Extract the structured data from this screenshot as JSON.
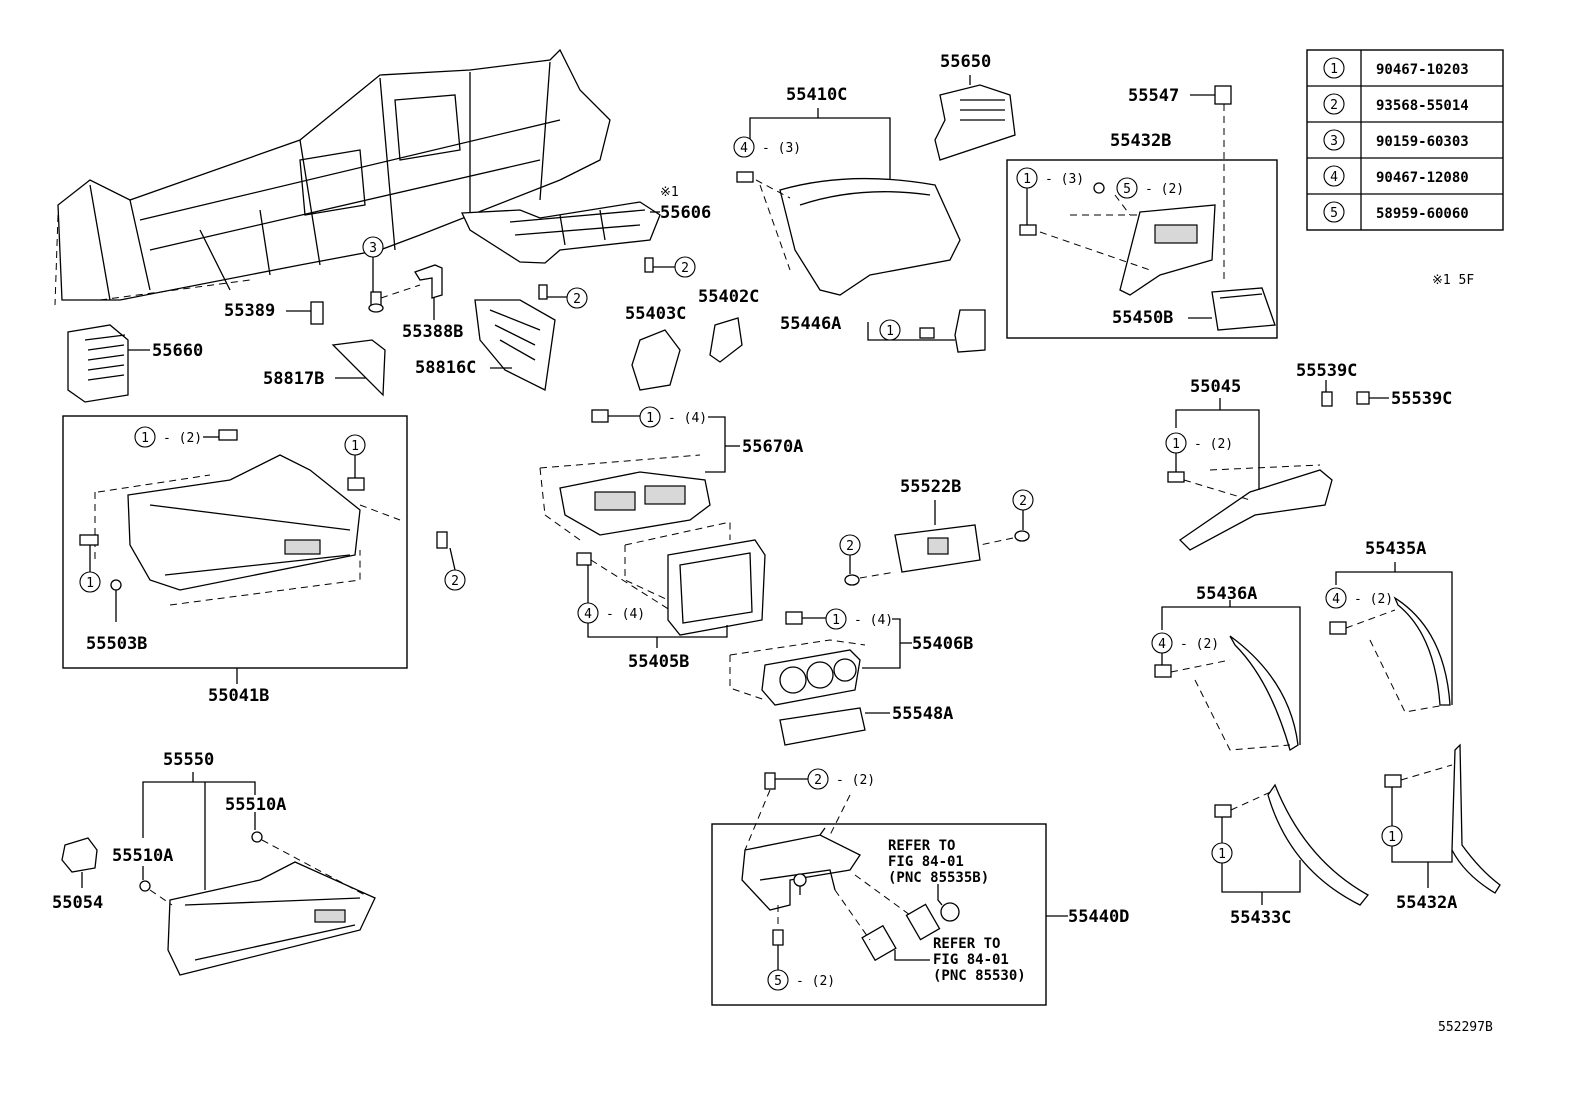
{
  "diagram": {
    "labels": {
      "p55410C": "55410C",
      "p55650": "55650",
      "p55547": "55547",
      "p55432B": "55432B",
      "p55606": "55606",
      "note_55606": "※1",
      "p55389": "55389",
      "p55388B": "55388B",
      "p55660": "55660",
      "p58817B": "58817B",
      "p58816C": "58816C",
      "p55403C": "55403C",
      "p55402C": "55402C",
      "p55446A": "55446A",
      "p55450B": "55450B",
      "p55539C_a": "55539C",
      "p55539C_b": "55539C",
      "p55045": "55045",
      "p55670A": "55670A",
      "p55522B": "55522B",
      "p55503B": "55503B",
      "p55041B": "55041B",
      "p55405B": "55405B",
      "p55406B": "55406B",
      "p55548A": "55548A",
      "p55436A": "55436A",
      "p55435A": "55435A",
      "p55550": "55550",
      "p55510A_a": "55510A",
      "p55510A_b": "55510A",
      "p55054": "55054",
      "p55440D": "55440D",
      "p55433C": "55433C",
      "p55432A": "55432A"
    },
    "callouts": {
      "c_55410C": {
        "num": "4",
        "qty": "- (3)"
      },
      "c_55432B_1": {
        "num": "1",
        "qty": "- (3)"
      },
      "c_55432B_5": {
        "num": "5",
        "qty": "- (2)"
      },
      "c_55606_2a": {
        "num": "2",
        "qty": ""
      },
      "c_55606_2b": {
        "num": "2",
        "qty": ""
      },
      "c_55389_3": {
        "num": "3",
        "qty": ""
      },
      "c_55446A": {
        "num": "1",
        "qty": ""
      },
      "c_55041B_1a": {
        "num": "1",
        "qty": "- (2)"
      },
      "c_55041B_1b": {
        "num": "1",
        "qty": ""
      },
      "c_55041B_1c": {
        "num": "1",
        "qty": ""
      },
      "c_55041B_2": {
        "num": "2",
        "qty": ""
      },
      "c_55670A": {
        "num": "1",
        "qty": "- (4)"
      },
      "c_55405B": {
        "num": "4",
        "qty": "- (4)"
      },
      "c_55406B": {
        "num": "1",
        "qty": "- (4)"
      },
      "c_55522B_2a": {
        "num": "2",
        "qty": ""
      },
      "c_55522B_2b": {
        "num": "2",
        "qty": ""
      },
      "c_55045": {
        "num": "1",
        "qty": "- (2)"
      },
      "c_55436A": {
        "num": "4",
        "qty": "- (2)"
      },
      "c_55435A": {
        "num": "4",
        "qty": "- (2)"
      },
      "c_55440D_2": {
        "num": "2",
        "qty": "- (2)"
      },
      "c_55440D_5": {
        "num": "5",
        "qty": "- (2)"
      },
      "c_55433C": {
        "num": "1",
        "qty": ""
      },
      "c_55432A": {
        "num": "1",
        "qty": ""
      }
    },
    "references": {
      "ref1": [
        "REFER TO",
        "FIG 84-01",
        "(PNC 85535B)"
      ],
      "ref2": [
        "REFER TO",
        "FIG 84-01",
        "(PNC 85530)"
      ]
    },
    "footnote": "※1  5F",
    "diagram_code": "552297B"
  },
  "fastener_table": [
    {
      "num": "1",
      "part": "90467-10203"
    },
    {
      "num": "2",
      "part": "93568-55014"
    },
    {
      "num": "3",
      "part": "90159-60303"
    },
    {
      "num": "4",
      "part": "90467-12080"
    },
    {
      "num": "5",
      "part": "58959-60060"
    }
  ]
}
